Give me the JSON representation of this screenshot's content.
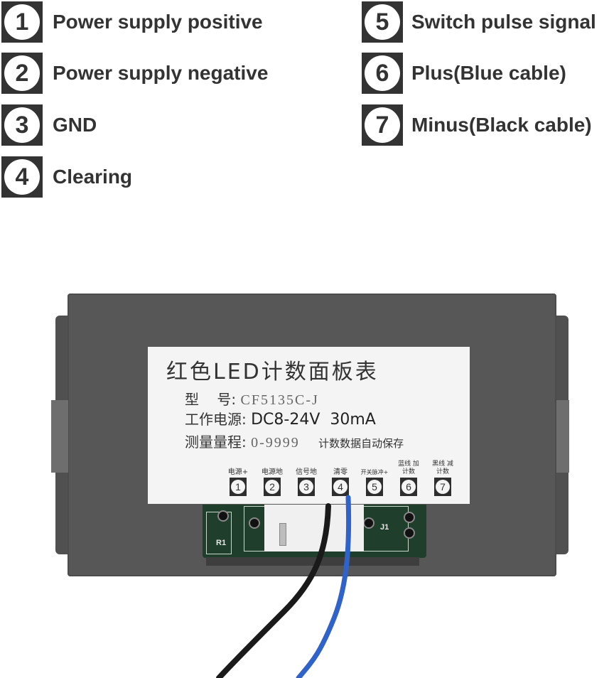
{
  "legend": {
    "items": [
      {
        "number": "1",
        "label": "Power supply positive"
      },
      {
        "number": "2",
        "label": "Power supply negative"
      },
      {
        "number": "3",
        "label": "GND"
      },
      {
        "number": "4",
        "label": "Clearing"
      },
      {
        "number": "5",
        "label": "Switch pulse signal"
      },
      {
        "number": "6",
        "label": "Plus(Blue cable)"
      },
      {
        "number": "7",
        "label": "Minus(Black cable)"
      }
    ]
  },
  "device": {
    "label": {
      "title": "红色LED计数面板表",
      "model_key": "型    号:",
      "model_value": "CF5135C-J",
      "power_key": "工作电源:",
      "power_value": "DC8-24V  30mA",
      "range_key": "测量量程:",
      "range_value": "0-9999",
      "range_note": "计数数据自动保存"
    },
    "terminals": [
      {
        "number": "1",
        "cn": "电源+"
      },
      {
        "number": "2",
        "cn": "电源地"
      },
      {
        "number": "3",
        "cn": "信号地"
      },
      {
        "number": "4",
        "cn": "清零"
      },
      {
        "number": "5",
        "cn": "开关脉冲+"
      },
      {
        "number": "6",
        "cn": "蓝线 加计数"
      },
      {
        "number": "7",
        "cn": "黑线 减计数"
      }
    ],
    "pcb_silkscreen": {
      "r1": "R1",
      "j1": "J1"
    },
    "cables": {
      "blue": "#2f63c9",
      "black": "#1a1a1a"
    }
  }
}
